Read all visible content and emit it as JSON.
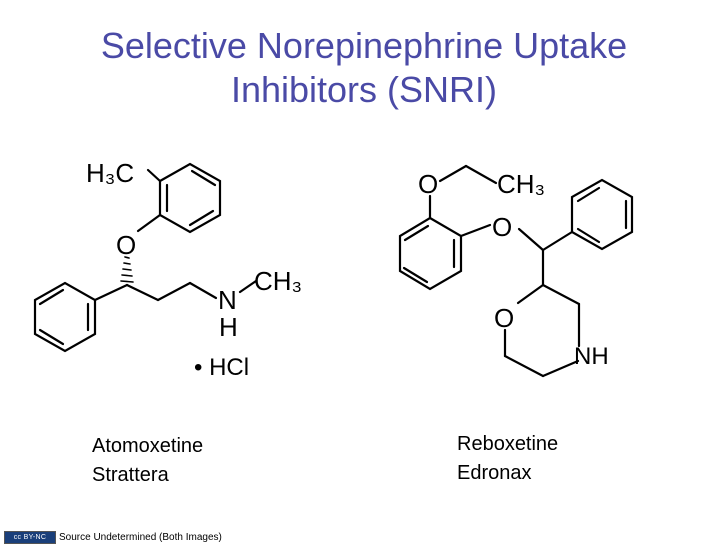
{
  "title": {
    "line1": "Selective Norepinephrine Uptake",
    "line2": "Inhibitors (SNRI)"
  },
  "left_structure": {
    "methyl_top": "H₃C",
    "oxygen": "O",
    "amine_n": "N",
    "amine_h": "H",
    "methyl_amine": "CH₃",
    "salt": "• HCl"
  },
  "right_structure": {
    "ether_oxygen_1": "O",
    "methyl": "CH₃",
    "ether_oxygen_2": "O",
    "ring_oxygen": "O",
    "ring_nh": "NH"
  },
  "labels": {
    "left_generic": "Atomoxetine",
    "left_brand": "Strattera",
    "right_generic": "Reboxetine",
    "right_brand": "Edronax"
  },
  "footer": {
    "license_badge": "cc BY-NC",
    "source": "Source Undetermined (Both Images)"
  },
  "colors": {
    "title": "#4a4aa6",
    "bonds": "#000000",
    "background": "#ffffff"
  }
}
